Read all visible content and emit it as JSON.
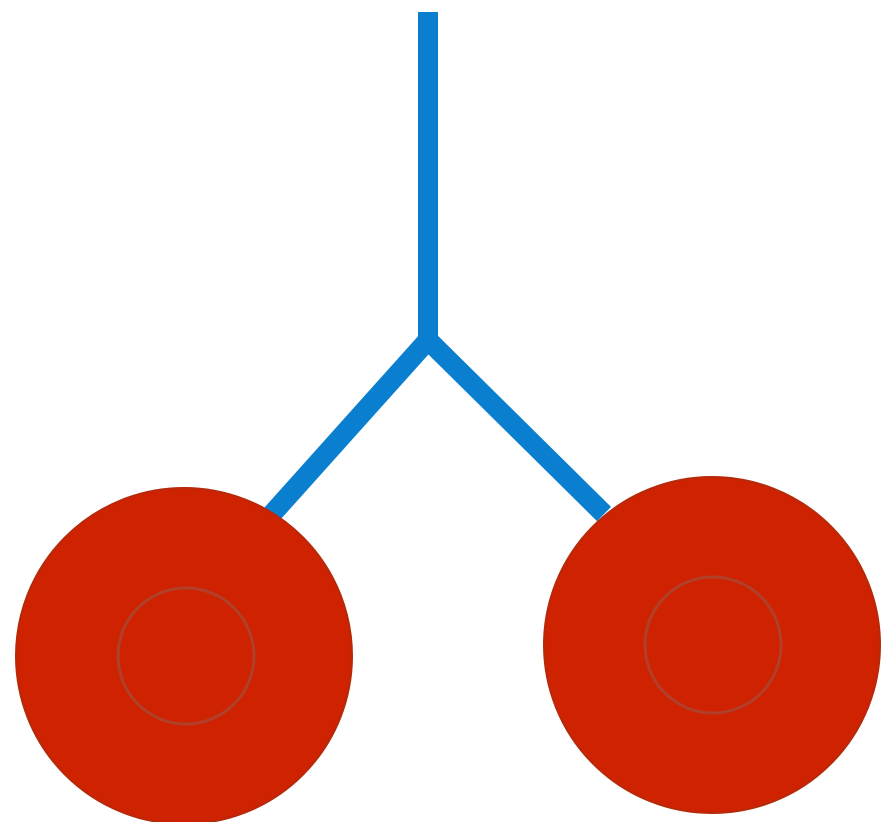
{
  "diagram": {
    "colors": {
      "background": "#ffffff",
      "stem": "#0a7fd0",
      "circle_fill": "#cf2200",
      "circle_stroke": "#b52a0a",
      "inner_ring": "#b0402a"
    },
    "shapes": {
      "stem": "vertical-line",
      "branches": [
        "left-diagonal-line",
        "right-diagonal-line"
      ],
      "nodes": [
        "left-red-circle",
        "right-red-circle"
      ]
    }
  }
}
